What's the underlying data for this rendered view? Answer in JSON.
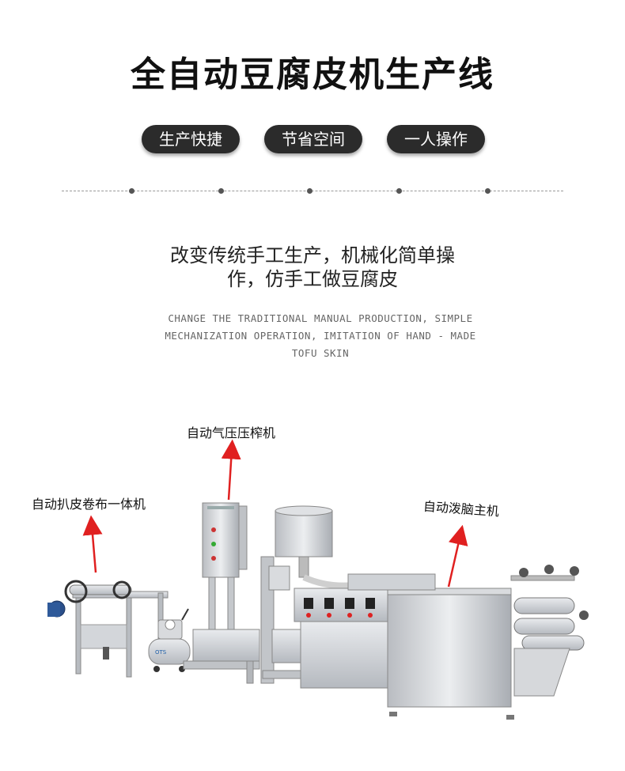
{
  "header": {
    "title": "全自动豆腐皮机生产线"
  },
  "features": [
    {
      "label": "生产快捷"
    },
    {
      "label": "节省空间"
    },
    {
      "label": "一人操作"
    }
  ],
  "slogan": {
    "line1": "改变传统手工生产，机械化简单操",
    "line2": "作，仿手工做豆腐皮",
    "english": "CHANGE THE TRADITIONAL MANUAL PRODUCTION, SIMPLE MECHANIZATION OPERATION, IMITATION OF HAND - MADE TOFU SKIN"
  },
  "callouts": {
    "press": "自动气压压榨机",
    "peeler": "自动扒皮卷布一体机",
    "main": "自动泼脑主机"
  },
  "colors": {
    "pill": "#2b2b2b",
    "arrow": "#e02020",
    "steel": "#c9ccd0"
  }
}
